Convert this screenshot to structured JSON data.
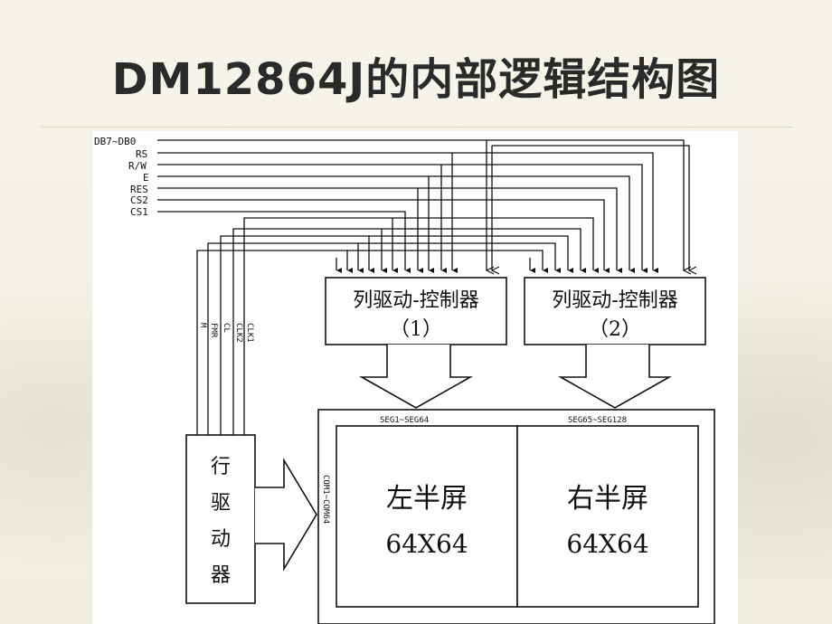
{
  "slide": {
    "title": "DM12864J的内部逻辑结构图"
  },
  "diagram": {
    "signals": [
      "DB7~DB0",
      "RS",
      "R/W",
      "E",
      "RES",
      "CS2",
      "CS1"
    ],
    "vertical_signals": [
      "CLK1",
      "CLK2",
      "CL",
      "FMR",
      "M"
    ],
    "col_driver_1": {
      "name": "列驱动-控制器",
      "index": "（1）"
    },
    "col_driver_2": {
      "name": "列驱动-控制器",
      "index": "（2）"
    },
    "row_driver": [
      "行",
      "驱",
      "动",
      "器"
    ],
    "com_label": "COM1~COM64",
    "seg_left": "SEG1~SEG64",
    "seg_right": "SEG65~SEG128",
    "left_half": {
      "name": "左半屏",
      "size": "64X64"
    },
    "right_half": {
      "name": "右半屏",
      "size": "64X64"
    }
  }
}
